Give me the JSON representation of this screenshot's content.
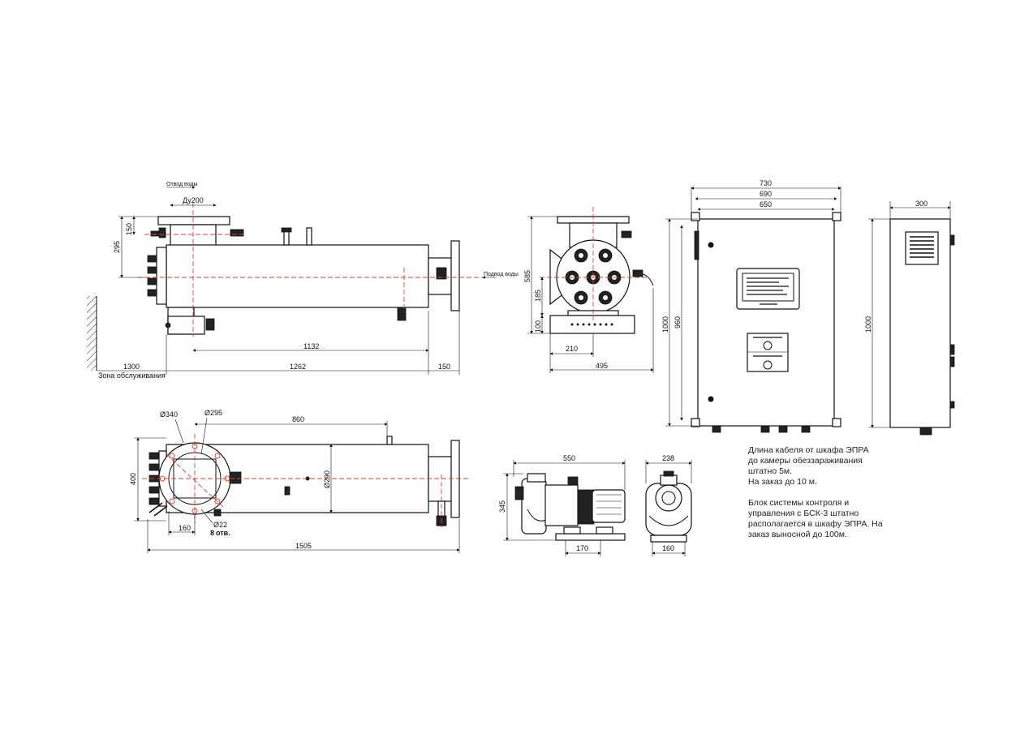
{
  "labels": {
    "outlet": "Отвод воды",
    "inlet": "Подвод воды",
    "du": "Ду200",
    "service_zone": "Зона обслуживания",
    "drain": "отв.",
    "d340": "Ø340",
    "d295": "Ø295",
    "d290": "Ø290",
    "d22": "Ø22"
  },
  "dims": {
    "front": {
      "h295": "295",
      "h150": "150",
      "l1132": "1132",
      "l1300": "1300",
      "l1262": "1262",
      "l150": "150"
    },
    "side": {
      "h585": "585",
      "h185": "185",
      "h100": "100",
      "w210": "210",
      "w495": "495"
    },
    "top": {
      "h400": "400",
      "l860": "860",
      "w160": "160",
      "n8": "8",
      "l1505": "1505"
    },
    "pump": {
      "w550": "550",
      "h345": "345",
      "w170": "170",
      "w238": "238",
      "w160": "160"
    },
    "cabinet": {
      "w730": "730",
      "w690": "690",
      "w650": "650",
      "h1000": "1000",
      "h960": "960",
      "d300": "300",
      "h1000b": "1000"
    }
  },
  "notes": {
    "p1_l1": "Длина кабеля от шкафа ЭПРА",
    "p1_l2": "до камеры обеззараживания",
    "p1_l3": "штатно 5м.",
    "p1_l4": "На заказ до 10 м.",
    "p2_l1": "Блок системы контроля и",
    "p2_l2": "управления с БСК-3 штатно",
    "p2_l3": "располагается в шкафу ЭПРА. На",
    "p2_l4": "заказ выносной до 100м."
  }
}
